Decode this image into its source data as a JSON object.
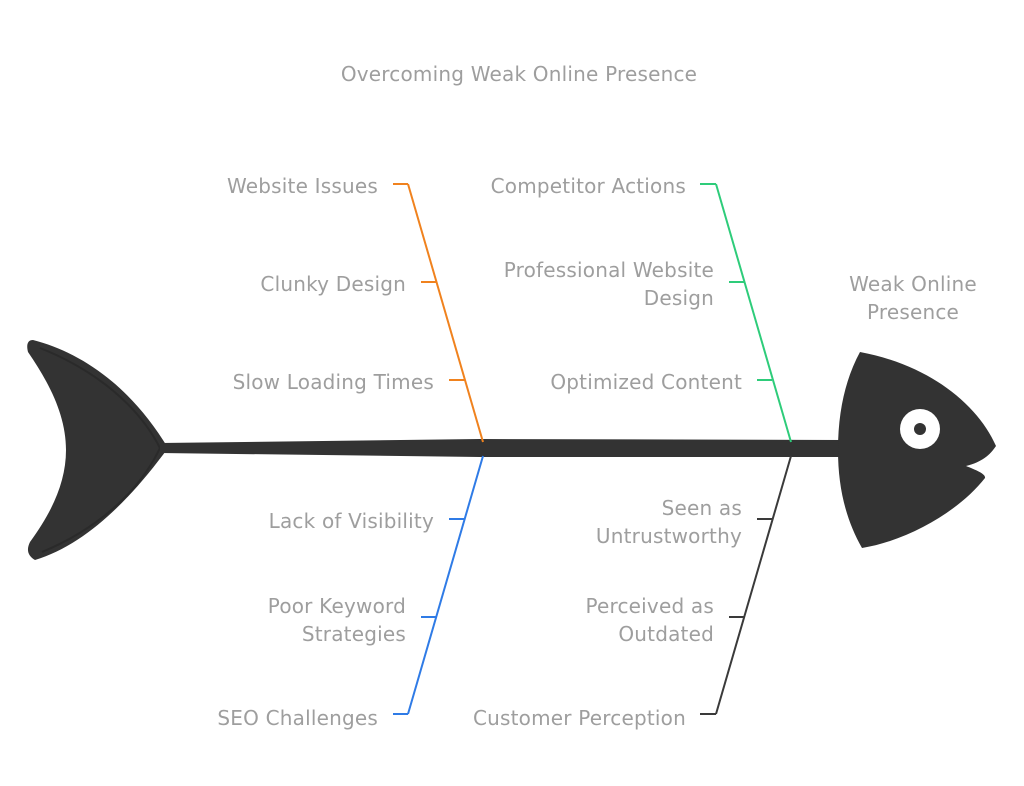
{
  "title": "Overcoming Weak Online Presence",
  "head_label": "Weak Online Presence",
  "branches": [
    {
      "category": "Website Issues",
      "color": "#f0821e",
      "causes": [
        "Clunky Design",
        "Slow Loading Times"
      ]
    },
    {
      "category": "Competitor Actions",
      "color": "#2ecc7a",
      "causes": [
        "Professional Website Design",
        "Optimized Content"
      ]
    },
    {
      "category": "SEO Challenges",
      "color": "#2f7be6",
      "causes": [
        "Lack of Visibility",
        "Poor Keyword Strategies"
      ]
    },
    {
      "category": "Customer Perception",
      "color": "#3a3a3a",
      "causes": [
        "Seen as Untrustworthy",
        "Perceived as Outdated"
      ]
    }
  ],
  "colors": {
    "fish": "#333333",
    "text": "#9e9e9e"
  }
}
